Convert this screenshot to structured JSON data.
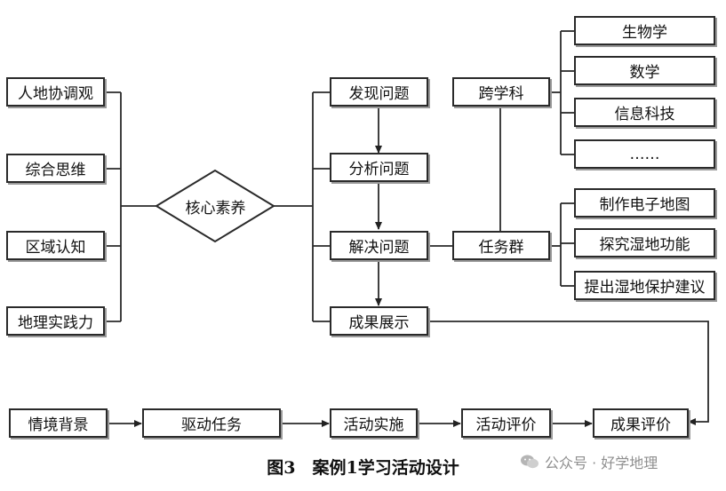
{
  "core": "核心素养",
  "competencies": [
    "人地协调观",
    "综合思维",
    "区域认知",
    "地理实践力"
  ],
  "process": [
    "发现问题",
    "分析问题",
    "解决问题",
    "成果展示"
  ],
  "interdisciplinary": "跨学科",
  "subjects": [
    "生物学",
    "数学",
    "信息科技",
    "……"
  ],
  "task_group": "任务群",
  "tasks": [
    "制作电子地图",
    "探究湿地功能",
    "提出湿地保护建议"
  ],
  "flow": [
    "情境背景",
    "驱动任务",
    "活动实施",
    "活动评价",
    "成果评价"
  ],
  "caption": "图3　案例1学习活动设计",
  "watermark": "公众号 · 好学地理"
}
